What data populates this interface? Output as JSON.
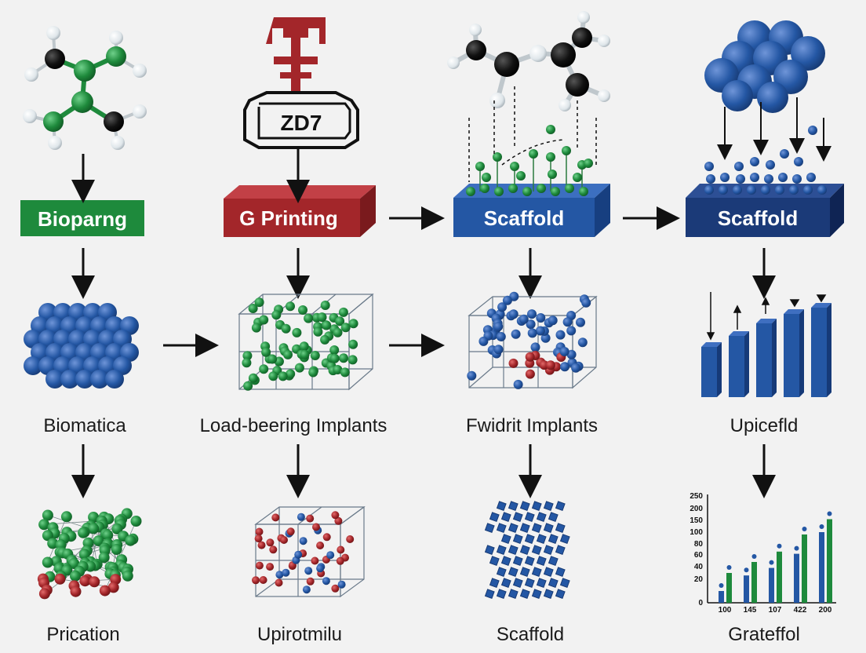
{
  "printer_label": "ZD7",
  "boxes": {
    "col1": "Bioparng",
    "col2": "G Printing",
    "col3": "Scaffold",
    "col4": "Scaffold"
  },
  "row2_labels": {
    "col1": "Biomatica",
    "col2": "Load-beering Implants",
    "col3": "Fwidrit Implants",
    "col4": "Upicefld"
  },
  "row3_labels": {
    "col1": "Prication",
    "col2": "Upirotmilu",
    "col3": "Scaffold",
    "col4": "Grateffol"
  },
  "colors": {
    "green": "#1e8a3c",
    "red": "#a3262a",
    "blue": "#2457a4",
    "navy": "#1b3a78",
    "black": "#111111",
    "atom_white": "#e8eef2"
  },
  "icons": {
    "arrow": "down-arrow-icon",
    "right_arrow": "right-arrow-icon"
  },
  "chart_data": {
    "type": "bar",
    "categories": [
      "100",
      "145",
      "107",
      "422",
      "200"
    ],
    "series": [
      {
        "values": [
          10,
          26,
          38,
          62,
          100
        ]
      },
      {
        "values": [
          30,
          48,
          66,
          96,
          155
        ]
      }
    ],
    "ylim": [
      0,
      250
    ],
    "yticks": [
      "250",
      "200",
      "150",
      "100",
      "80",
      "60",
      "40",
      "20",
      "0"
    ]
  }
}
